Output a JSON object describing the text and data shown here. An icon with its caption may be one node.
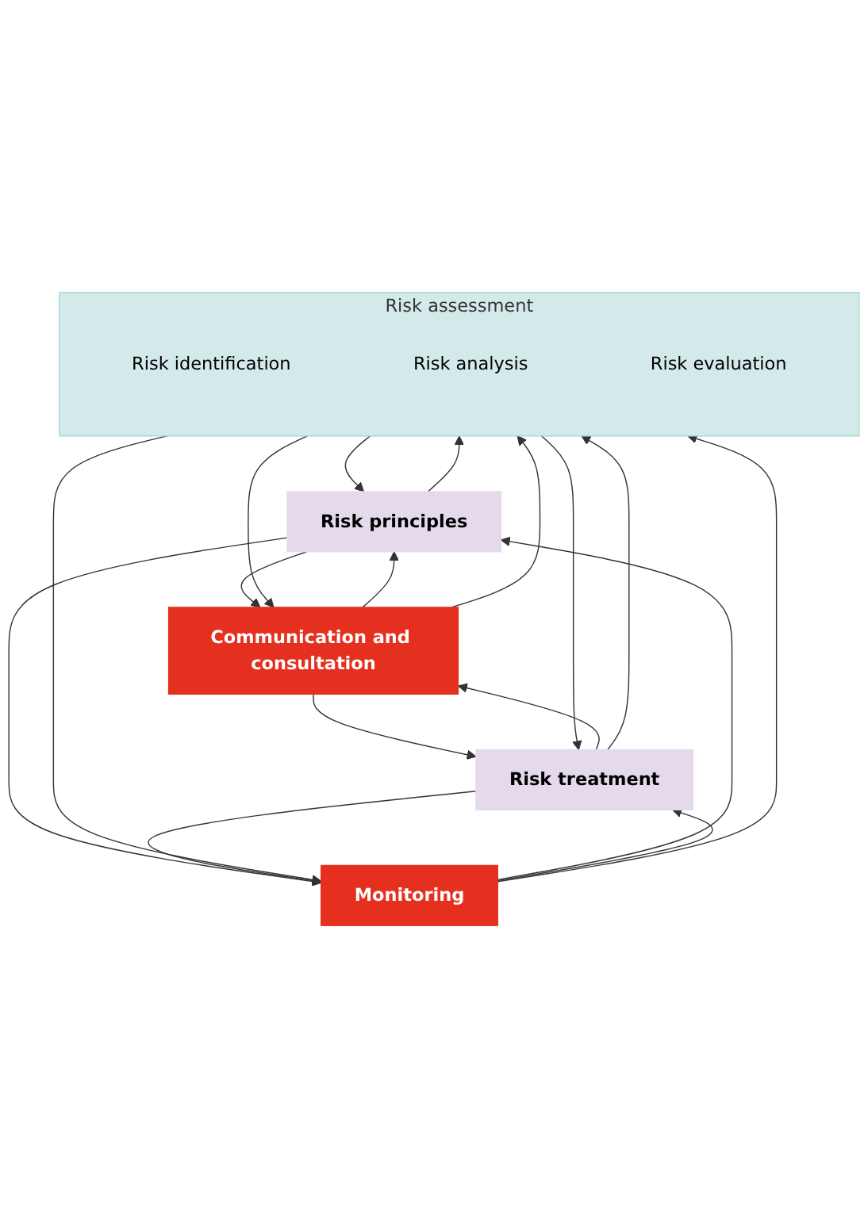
{
  "diagram": {
    "nodes": [
      {
        "text": [
          "Communication and consultation"
        ]
      },
      {
        "text": [
          "Risk principles"
        ]
      },
      {
        "text": [
          "Risk assessment"
        ]
      },
      {
        "text": [
          "Risk identification"
        ],
        "in": 2
      },
      {
        "text": [
          "Risk analysis"
        ],
        "in": 2
      },
      {
        "text": [
          "Risk evaluation"
        ],
        "in": 2
      },
      {
        "text": [
          "Risk treatment"
        ]
      },
      {
        "text": [
          "Monitoring"
        ]
      }
    ],
    "edges": [
      {
        "from": 0,
        "to": 1,
        "arrow": "to"
      },
      {
        "from": 1,
        "to": 0,
        "arrow": "to"
      },
      {
        "from": 7,
        "to": 1,
        "arrow": "to"
      },
      {
        "from": 1,
        "to": 7,
        "arrow": "to"
      },
      {
        "from": 2,
        "to": 1,
        "arrow": "to"
      },
      {
        "from": 1,
        "to": 2,
        "arrow": "to"
      },
      {
        "from": 2,
        "to": 0,
        "arrow": "to"
      },
      {
        "from": 0,
        "to": 2,
        "arrow": "to"
      },
      {
        "from": 2,
        "to": 7,
        "arrow": "to"
      },
      {
        "from": 7,
        "to": 2,
        "arrow": "to"
      },
      {
        "from": 6,
        "to": 2,
        "arrow": "to"
      },
      {
        "from": 2,
        "to": 6,
        "arrow": "to"
      },
      {
        "from": 0,
        "to": 6,
        "arrow": "to"
      },
      {
        "from": 6,
        "to": 0,
        "arrow": "to"
      },
      {
        "from": 7,
        "to": 6,
        "arrow": "to"
      },
      {
        "from": 6,
        "to": 7,
        "arrow": "to"
      }
    ]
  }
}
